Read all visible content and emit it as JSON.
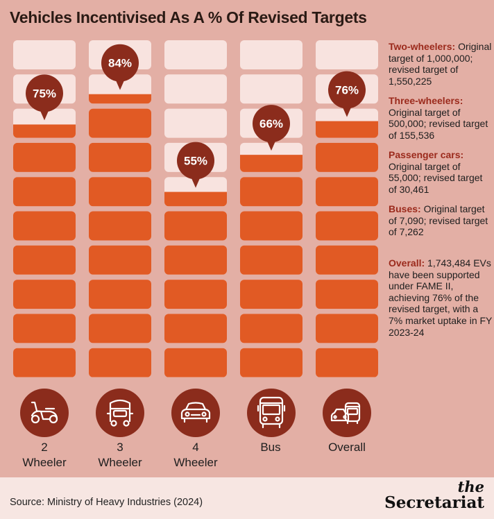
{
  "title": "Vehicles Incentivised As A % Of Revised Targets",
  "chart_data": {
    "type": "bar",
    "title": "Vehicles Incentivised As A % Of Revised Targets",
    "categories": [
      "2 Wheeler",
      "3 Wheeler",
      "4 Wheeler",
      "Bus",
      "Overall"
    ],
    "values": [
      75,
      84,
      55,
      66,
      76
    ],
    "value_labels": [
      "75%",
      "84%",
      "55%",
      "66%",
      "76%"
    ],
    "ylim": [
      0,
      100
    ],
    "cells_per_column": 10,
    "category_lines": [
      [
        "2",
        "Wheeler"
      ],
      [
        "3",
        "Wheeler"
      ],
      [
        "4",
        "Wheeler"
      ],
      [
        "Bus"
      ],
      [
        "Overall"
      ]
    ],
    "icons": [
      "scooter-icon",
      "auto-rickshaw-icon",
      "car-icon",
      "bus-icon",
      "car-and-bus-icon"
    ]
  },
  "notes": [
    {
      "heading": "Two-wheelers:",
      "text": "Original target of 1,000,000; revised target of 1,550,225"
    },
    {
      "heading": "Three-wheelers:",
      "text": "Original target of 500,000; revised target of 155,536"
    },
    {
      "heading": "Passenger cars:",
      "text": "Original target of 55,000; revised target of 30,461"
    },
    {
      "heading": "Buses:",
      "text": "Original target of 7,090; revised target of 7,262"
    },
    {
      "heading": "Overall:",
      "text": "1,743,484 EVs have been supported under FAME II, achieving 76% of the revised target, with a 7% market uptake in FY 2023-24"
    }
  ],
  "footer": {
    "source": "Source: Ministry of Heavy Industries (2024)",
    "logo_the": "the",
    "logo_name": "Secretariat"
  },
  "colors": {
    "background": "#e3afa5",
    "fill": "#e15a24",
    "empty": "#f8e3df",
    "marker": "#8b2c1c",
    "heading": "#9b2a1c",
    "footer_bg": "#f7e6e2"
  }
}
